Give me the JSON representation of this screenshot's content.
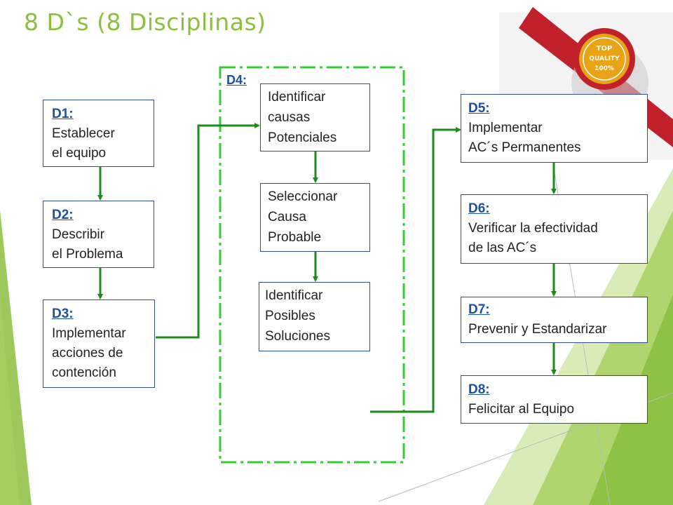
{
  "title": "8 D`s (8 Disciplinas)",
  "colors": {
    "title": "#8cbf3f",
    "arrow": "#1e8a1e",
    "dashed_frame": "#33cc33",
    "box_border": "#2f4f8f",
    "label": "#1f4fa0",
    "ribbon": "#c0212b",
    "seal": "#e8a317"
  },
  "seal_text": [
    "TOP",
    "QUALITY",
    "100%"
  ],
  "d1": {
    "label": "D1:",
    "lines": [
      "Establecer",
      "el equipo"
    ]
  },
  "d2": {
    "label": "D2:",
    "lines": [
      "Describir",
      "el Problema"
    ]
  },
  "d3": {
    "label": "D3:",
    "lines": [
      "Implementar",
      "acciones de",
      "contención"
    ]
  },
  "d4": {
    "label": "D4:",
    "steps": [
      {
        "lines": [
          "Identificar",
          "causas",
          "Potenciales"
        ]
      },
      {
        "lines": [
          "Seleccionar",
          "Causa",
          "Probable"
        ]
      },
      {
        "lines": [
          "Identificar",
          "Posibles",
          "Soluciones"
        ]
      }
    ]
  },
  "d5": {
    "label": "D5:",
    "lines": [
      "Implementar",
      "AC´s Permanentes"
    ]
  },
  "d6": {
    "label": "D6:",
    "lines": [
      "Verificar la efectividad",
      "de las AC´s"
    ]
  },
  "d7": {
    "label": "D7:",
    "lines": [
      "Prevenir y Estandarizar"
    ]
  },
  "d8": {
    "label": "D8:",
    "lines": [
      "Felicitar al Equipo"
    ]
  }
}
